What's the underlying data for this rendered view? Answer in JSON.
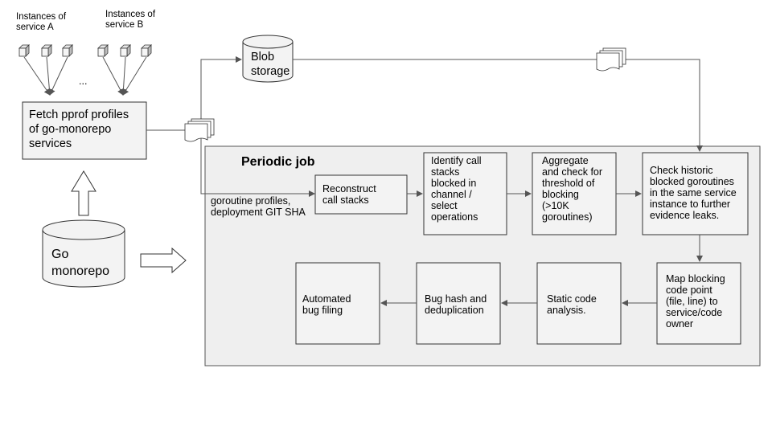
{
  "diagram": {
    "inputs": {
      "instances_a": "Instances of\nservice A",
      "instances_b": "Instances of\nservice B",
      "ellipsis": "..."
    },
    "fetch_box": "Fetch pprof profiles\nof go-monorepo\nservices",
    "blob_storage": "Blob\nstorage",
    "go_monorepo": "Go\nmonorepo",
    "periodic_job": {
      "title": "Periodic job",
      "profiles_label": "goroutine profiles,\ndeployment GIT SHA",
      "steps": {
        "reconstruct": "Reconstruct\ncall stacks",
        "identify": "Identify call\nstacks\nblocked in\nchannel /\nselect\noperations",
        "aggregate": "Aggregate\nand check for\nthreshold of\nblocking\n(>10K\ngoroutines)",
        "check_historic": "Check historic\nblocked goroutines\nin the same service\ninstance to further\nevidence leaks.",
        "map_blocking": "Map blocking\ncode point\n(file, line) to\nservice/code\nowner",
        "static_analysis": "Static code\nanalysis.",
        "bug_hash": "Bug hash and\ndeduplication",
        "bug_filing": "Automated\nbug filing"
      }
    }
  }
}
